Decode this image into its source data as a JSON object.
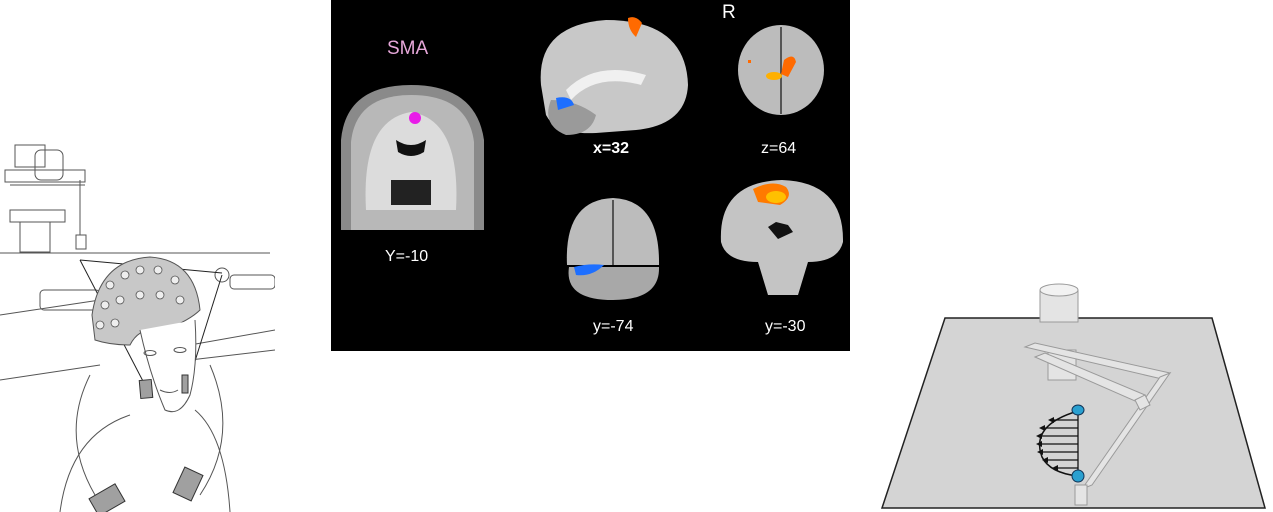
{
  "figure": {
    "left_panel": {
      "description": "Line drawing of a person wearing an EEG electrode cap with a robotic device and TMS coil setup",
      "colors": {
        "line": "#555555",
        "cap": "#c8c8c8",
        "electrode_box": "#a0a0a0"
      }
    },
    "center_panel": {
      "background": "#000000",
      "roi_label": "SMA",
      "roi_label_color": "#e6a7d9",
      "roi_marker_color": "#e81ce8",
      "orientation_label": "R",
      "slices": [
        {
          "id": "coronal-sma",
          "label": "Y=-10",
          "view": "coronal"
        },
        {
          "id": "sagittal",
          "label": "x=32",
          "view": "sagittal"
        },
        {
          "id": "axial",
          "label": "z=64",
          "view": "axial"
        },
        {
          "id": "coronal-cerebellum",
          "label": "y=-74",
          "view": "coronal"
        },
        {
          "id": "coronal-motor",
          "label": "y=-30",
          "view": "coronal"
        }
      ],
      "activation_colors": {
        "positive": "#ff6a00",
        "positive_peak": "#ffc000",
        "negative": "#1e6fff"
      }
    },
    "right_panel": {
      "description": "Robotic manipulandum arm over a planar workspace with a velocity-dependent force field between two targets",
      "colors": {
        "plane": "#d4d4d4",
        "plane_border": "#222222",
        "target": "#2aa0d0",
        "arrows": "#111111"
      }
    }
  }
}
